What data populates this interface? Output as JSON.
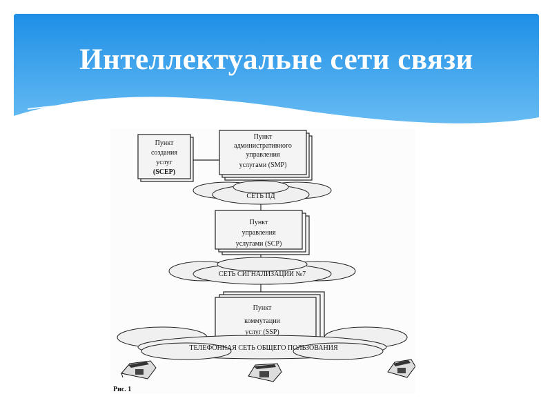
{
  "title": "Интеллектуальне сети связи",
  "diagram": {
    "scep": {
      "lines": [
        "Пункт",
        "создания",
        "услуг",
        "(SCEP)"
      ]
    },
    "smp": {
      "lines": [
        "Пункт",
        "административного",
        "управления",
        "услугами (SMP)"
      ]
    },
    "net_pd": "СЕТЬ ПД",
    "scp": {
      "lines": [
        "Пункт",
        "управления",
        "услугами (SCP)"
      ]
    },
    "ss7": "СЕТЬ СИГНАЛИЗАЦИИ №7",
    "ssp": {
      "lines": [
        "Пункт",
        "коммутации",
        "услуг (SSP)"
      ]
    },
    "pstn": "ТЕЛЕФОННАЯ СЕТЬ ОБЩЕГО ПОЛЬЗОВАНИЯ",
    "caption": "Рис. 1"
  },
  "colors": {
    "header_top": "#1e8fe6",
    "header_bottom": "#7cc8f6",
    "wave": "#ffffff"
  }
}
